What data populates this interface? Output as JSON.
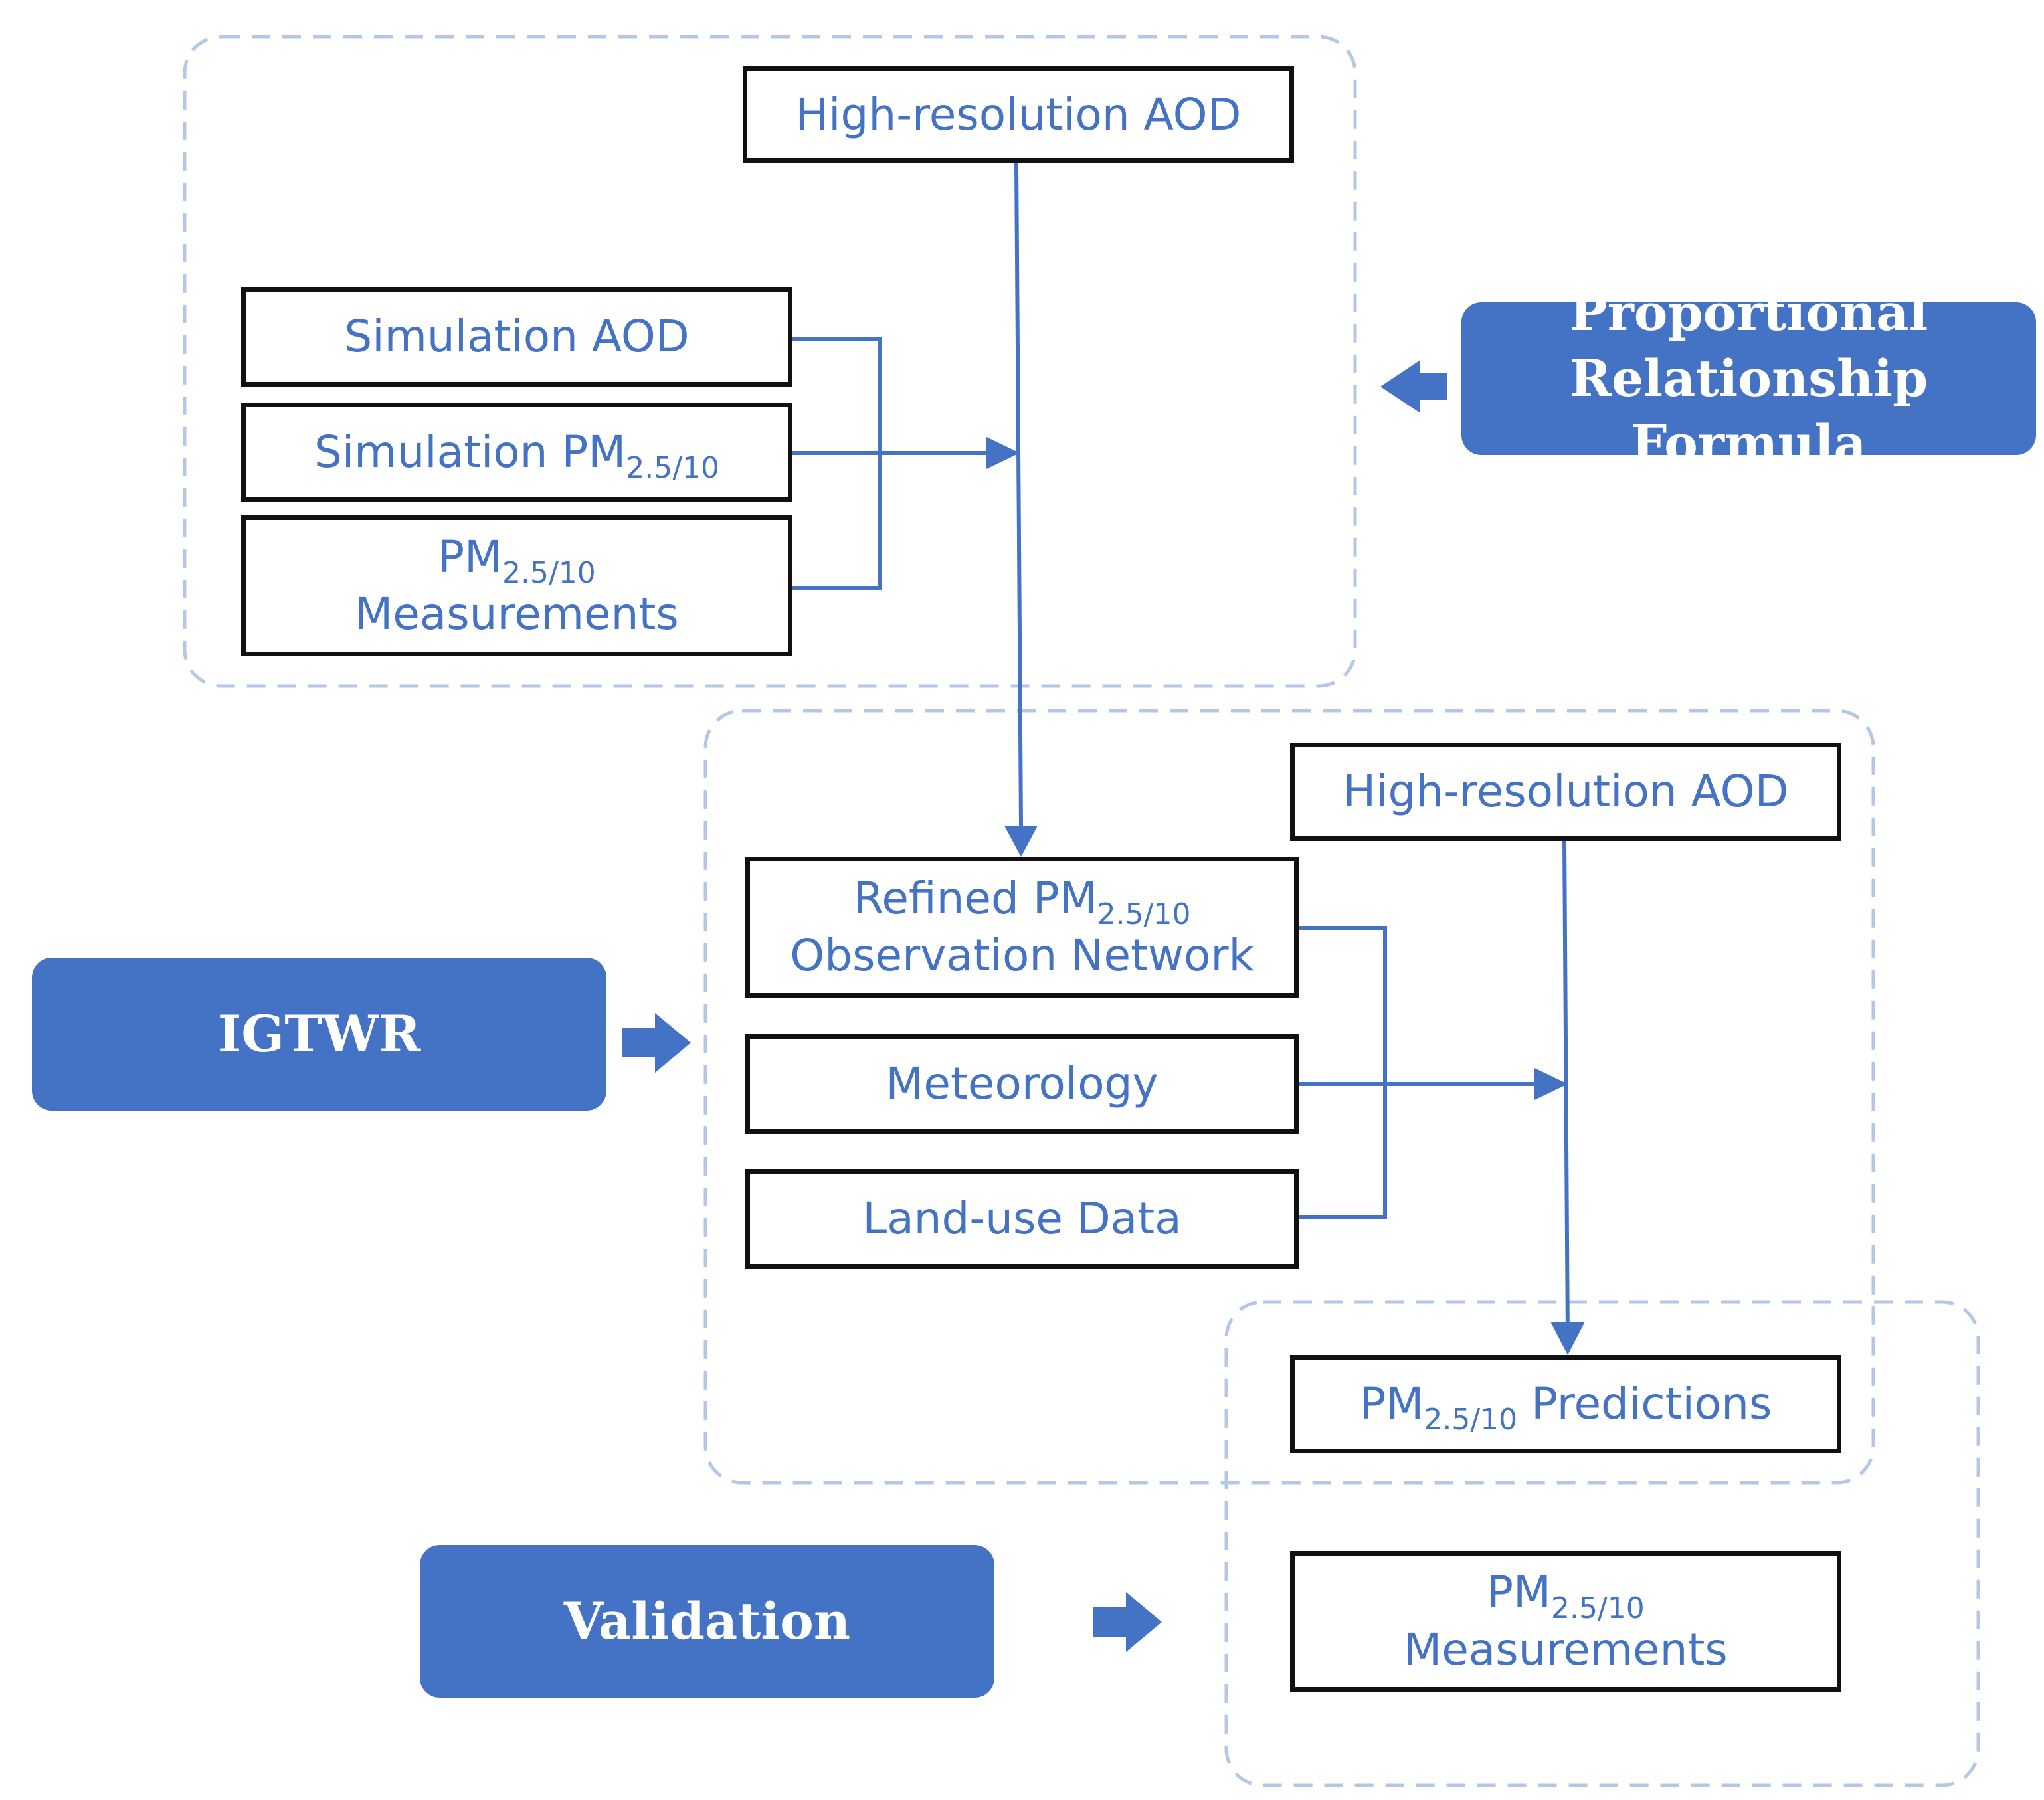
{
  "colors": {
    "accent": "#4472C4",
    "box_border": "#111111",
    "dashed_group": "#B4C7E7",
    "text_light": "#ffffff"
  },
  "nodes": {
    "hr_aod_top": "High-resolution AOD",
    "sim_aod": "Simulation AOD",
    "sim_pm_prefix": "Simulation PM",
    "sim_pm_sub": "2.5/10",
    "meas_top_prefix": "PM",
    "meas_top_sub": "2.5/10",
    "meas_top_line2": "Measurements",
    "refined_prefix": "Refined PM",
    "refined_sub": "2.5/10",
    "refined_line2": "Observation Network",
    "hr_aod_mid": "High-resolution AOD",
    "meteorology": "Meteorology",
    "landuse": "Land-use Data",
    "pred_prefix": "PM",
    "pred_sub": "2.5/10",
    "pred_suffix": "Predictions",
    "meas_bottom_prefix": "PM",
    "meas_bottom_sub": "2.5/10",
    "meas_bottom_line2": "Measurements"
  },
  "methods": {
    "proportional_line1": "Proportional",
    "proportional_line2": "Relationship Formula",
    "igtwr": "IGTWR",
    "validation": "Validation"
  }
}
